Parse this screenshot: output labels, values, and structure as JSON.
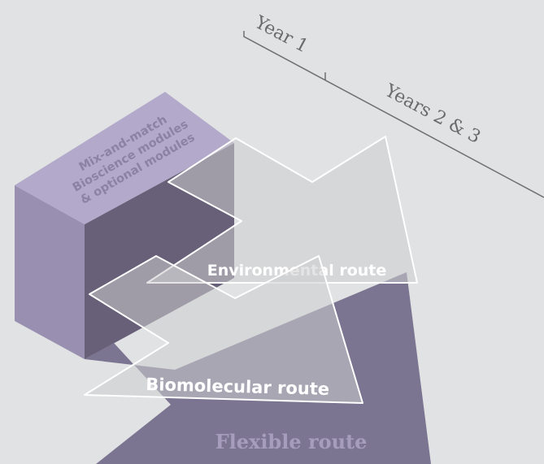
{
  "timeline": {
    "year1_label": "Year 1",
    "years23_label": "Years 2 & 3"
  },
  "box": {
    "label_lines": [
      "Mix-and-match",
      "Bioscience modules",
      "& optional modules"
    ]
  },
  "routes": {
    "environmental": "Environmental route",
    "biomolecular": "Biomolecular route",
    "flexible": "Flexible route"
  },
  "colors": {
    "background": "#e1e2e3",
    "box_top": "#b3aacb",
    "box_front": "#998fb0",
    "box_side": "#676078",
    "flexible_arrow": "#7c7591",
    "translucent_arrow": "rgba(205,205,207,0.55)",
    "arrow_outline": "#ffffff",
    "timeline_line": "#6f6f71"
  }
}
